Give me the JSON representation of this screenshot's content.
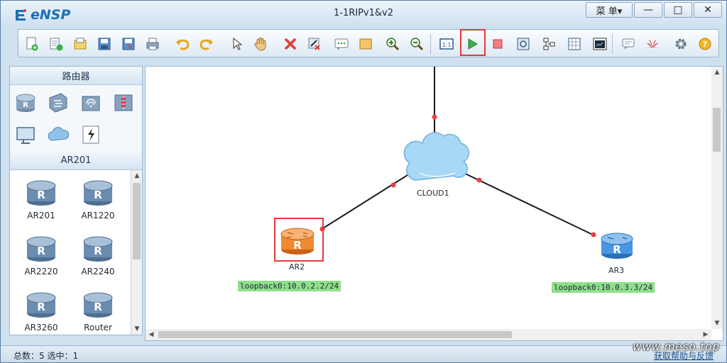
{
  "app": {
    "logo_text": "eNSP",
    "window_title": "1-1RIPv1&v2",
    "menu_label": "菜 单▾",
    "minimize_glyph": "—",
    "maximize_glyph": "□",
    "close_glyph": "✕"
  },
  "toolbar": {
    "active_tool": "start-device",
    "accent": "#e23a3a",
    "tools": [
      {
        "name": "new-topology",
        "icon": "new-file-icon"
      },
      {
        "name": "new-example",
        "icon": "new-example-icon"
      },
      {
        "name": "open",
        "icon": "open-folder-icon"
      },
      {
        "name": "save",
        "icon": "save-icon"
      },
      {
        "name": "save-as",
        "icon": "save-as-icon"
      },
      {
        "name": "print",
        "icon": "print-icon"
      },
      {
        "name": "undo",
        "icon": "undo-icon"
      },
      {
        "name": "redo",
        "icon": "redo-icon"
      },
      {
        "name": "select",
        "icon": "pointer-icon"
      },
      {
        "name": "drag",
        "icon": "hand-icon"
      },
      {
        "name": "delete",
        "icon": "delete-icon"
      },
      {
        "name": "delete-links",
        "icon": "delete-link-icon"
      },
      {
        "name": "text",
        "icon": "text-note-icon"
      },
      {
        "name": "shape",
        "icon": "rectangle-icon"
      },
      {
        "name": "zoom-in",
        "icon": "zoom-in-icon"
      },
      {
        "name": "zoom-out",
        "icon": "zoom-out-icon"
      },
      {
        "name": "fit",
        "icon": "fit-icon"
      },
      {
        "name": "start-device",
        "icon": "play-icon"
      },
      {
        "name": "stop-device",
        "icon": "stop-icon"
      },
      {
        "name": "capture",
        "icon": "capture-icon"
      },
      {
        "name": "topology",
        "icon": "topology-icon"
      },
      {
        "name": "grid",
        "icon": "grid-icon"
      },
      {
        "name": "console",
        "icon": "console-icon"
      },
      {
        "name": "chat",
        "icon": "chat-icon"
      },
      {
        "name": "huawei",
        "icon": "huawei-logo-icon"
      },
      {
        "name": "settings",
        "icon": "gear-icon"
      },
      {
        "name": "help",
        "icon": "help-icon"
      }
    ]
  },
  "sidebar": {
    "category_title": "路由器",
    "category_icons": [
      "router-icon",
      "switch-icon",
      "wireless-icon",
      "firewall-icon",
      "pc-icon",
      "cloud-icon",
      "link-icon"
    ],
    "series_title": "AR201",
    "devices": [
      {
        "label": "AR201"
      },
      {
        "label": "AR1220"
      },
      {
        "label": "AR2220"
      },
      {
        "label": "AR2240"
      },
      {
        "label": "AR3260"
      },
      {
        "label": "Router"
      }
    ]
  },
  "topology": {
    "nodes": [
      {
        "id": "cloud1",
        "label": "CLOUD1",
        "kind": "cloud"
      },
      {
        "id": "ar2",
        "label": "AR2",
        "kind": "router",
        "color": "#f08a2c",
        "selected": true
      },
      {
        "id": "ar3",
        "label": "AR3",
        "kind": "router",
        "color": "#3b8fe0"
      }
    ],
    "tags": [
      {
        "text": "loopback0:10.0.2.2/24"
      },
      {
        "text": "loopback0:10.0.3.3/24"
      }
    ],
    "link_color": "#1a1a1a",
    "port_dot_color": "#e8413c"
  },
  "status": {
    "left": "总数：5  选中：1",
    "right": "获取帮助与反馈"
  },
  "watermark": "www.meso.top"
}
